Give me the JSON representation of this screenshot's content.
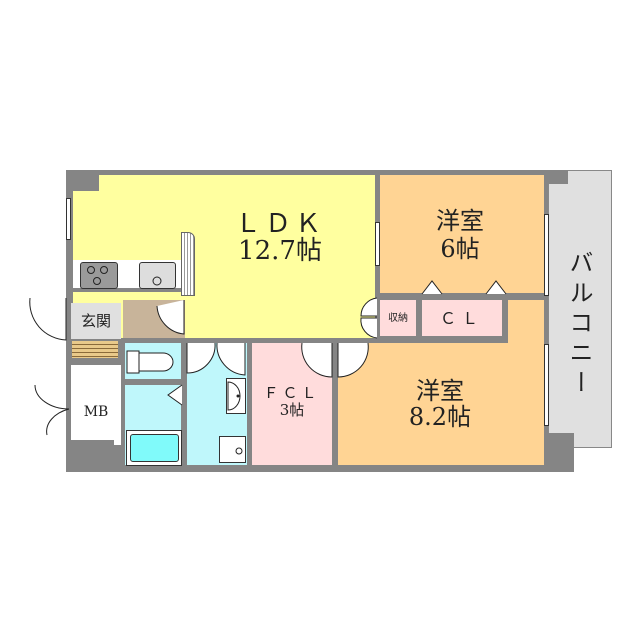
{
  "floorplan": {
    "rooms": [
      {
        "id": "ldk",
        "name": "ＬＤＫ",
        "size": "12.7帖",
        "color": "#ffff9f"
      },
      {
        "id": "western_6",
        "name": "洋室",
        "size": "6帖",
        "color": "#ffd494"
      },
      {
        "id": "western_8",
        "name": "洋室",
        "size": "8.2帖",
        "color": "#ffd494"
      },
      {
        "id": "fcl",
        "name": "ＦＣＬ",
        "size": "3帖",
        "color": "#ffdcdc"
      },
      {
        "id": "storage",
        "name": "収納",
        "color": "#ffdcdc"
      },
      {
        "id": "cl",
        "name": "ＣＬ",
        "color": "#ffdcdc"
      },
      {
        "id": "entrance",
        "name": "玄関",
        "color": "#e0e0e0"
      },
      {
        "id": "mb",
        "name": "MB",
        "color": "#ffffff"
      },
      {
        "id": "balcony",
        "name": "バルコニー",
        "color": "#e0e0e0"
      },
      {
        "id": "toilet",
        "color": "#bff7fb"
      },
      {
        "id": "bath",
        "color": "#bff7fb"
      },
      {
        "id": "washroom",
        "color": "#bff7fb"
      }
    ],
    "colors": {
      "wall": "#858585",
      "ldk": "#ffff9f",
      "western": "#ffd494",
      "pink": "#ffdcdc",
      "water": "#bff7fb",
      "tub": "#80fafa",
      "gray_area": "#e0e0e0",
      "hall": "#c8b49a"
    }
  }
}
